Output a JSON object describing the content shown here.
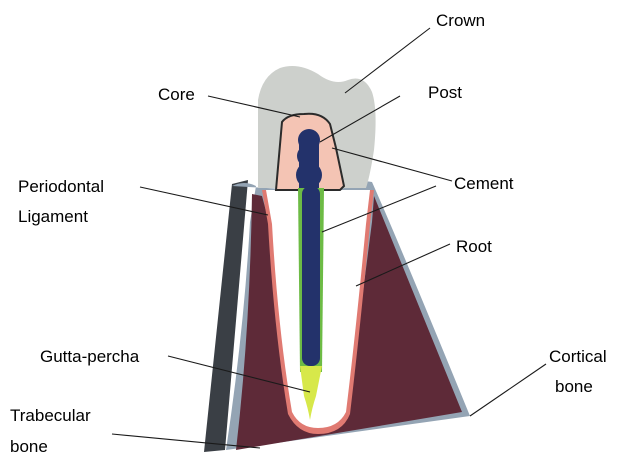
{
  "labels": {
    "crown": "Crown",
    "core": "Core",
    "post": "Post",
    "cement": "Cement",
    "periodontal_line1": "Periodontal",
    "periodontal_line2": "Ligament",
    "root": "Root",
    "gutta_percha": "Gutta-percha",
    "cortical_line1": "Cortical",
    "cortical_line2": "bone",
    "trabecular_line1": "Trabecular",
    "trabecular_line2": "bone"
  },
  "colors": {
    "crown": "#cdd0cc",
    "core": "#f4c4b4",
    "post": "#23326b",
    "cement": "#6dbb45",
    "root": "#ffffff",
    "periodontal_ligament": "#e07a72",
    "gutta_percha": "#d7e84a",
    "cortical_bone": "#94a4b4",
    "cortical_bone_side": "#3a3f45",
    "trabecular_bone": "#5e2a38"
  }
}
